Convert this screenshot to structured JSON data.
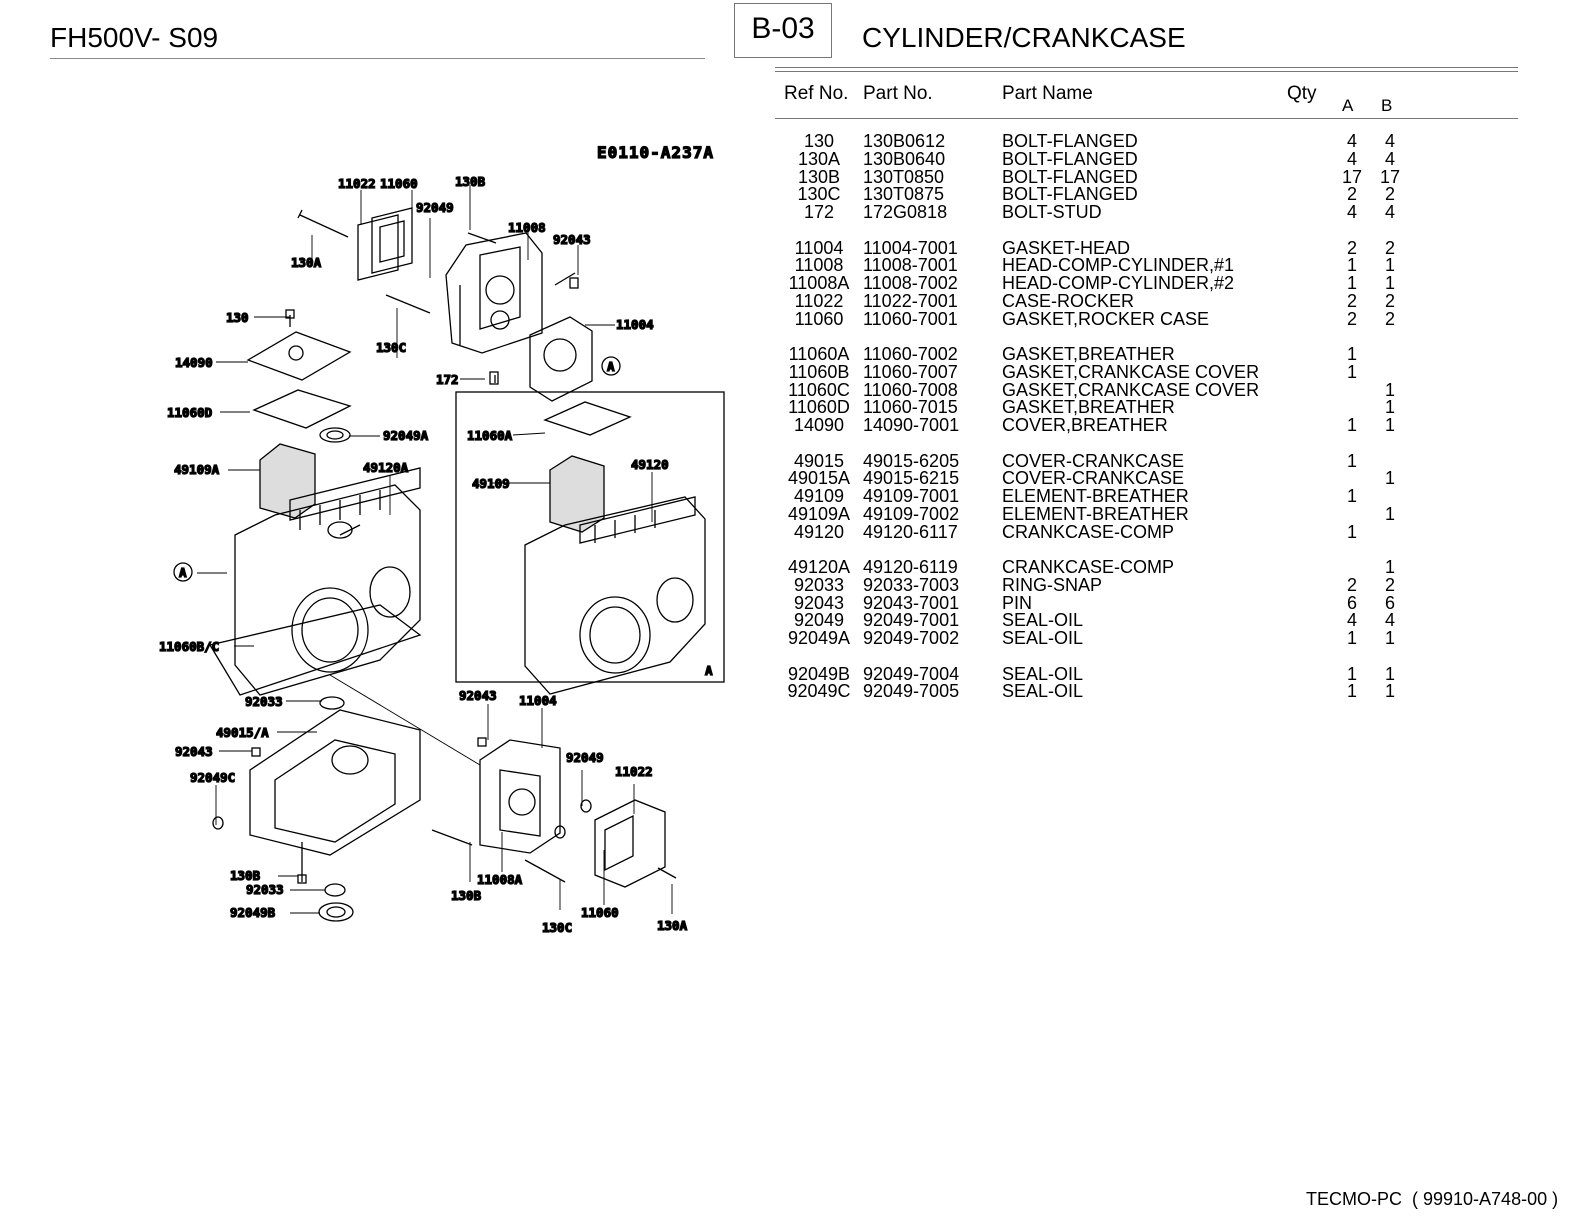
{
  "header": {
    "model": "FH500V- S09",
    "page_code": "B-03",
    "section_title": "CYLINDER/CRANKCASE"
  },
  "table": {
    "columns": {
      "ref": "Ref No.",
      "part": "Part No.",
      "name": "Part Name",
      "qty": "Qty",
      "a": "A",
      "b": "B"
    },
    "groups": [
      [
        {
          "ref": "130",
          "part": "130B0612",
          "name": "BOLT-FLANGED",
          "a": "4",
          "b": "4"
        },
        {
          "ref": "130A",
          "part": "130B0640",
          "name": "BOLT-FLANGED",
          "a": "4",
          "b": "4"
        },
        {
          "ref": "130B",
          "part": "130T0850",
          "name": "BOLT-FLANGED",
          "a": "17",
          "b": "17"
        },
        {
          "ref": "130C",
          "part": "130T0875",
          "name": "BOLT-FLANGED",
          "a": "2",
          "b": "2"
        },
        {
          "ref": "172",
          "part": "172G0818",
          "name": "BOLT-STUD",
          "a": "4",
          "b": "4"
        }
      ],
      [
        {
          "ref": "11004",
          "part": "11004-7001",
          "name": "GASKET-HEAD",
          "a": "2",
          "b": "2"
        },
        {
          "ref": "11008",
          "part": "11008-7001",
          "name": "HEAD-COMP-CYLINDER,#1",
          "a": "1",
          "b": "1"
        },
        {
          "ref": "11008A",
          "part": "11008-7002",
          "name": "HEAD-COMP-CYLINDER,#2",
          "a": "1",
          "b": "1"
        },
        {
          "ref": "11022",
          "part": "11022-7001",
          "name": "CASE-ROCKER",
          "a": "2",
          "b": "2"
        },
        {
          "ref": "11060",
          "part": "11060-7001",
          "name": "GASKET,ROCKER CASE",
          "a": "2",
          "b": "2"
        }
      ],
      [
        {
          "ref": "11060A",
          "part": "11060-7002",
          "name": "GASKET,BREATHER",
          "a": "1",
          "b": ""
        },
        {
          "ref": "11060B",
          "part": "11060-7007",
          "name": "GASKET,CRANKCASE COVER",
          "a": "1",
          "b": ""
        },
        {
          "ref": "11060C",
          "part": "11060-7008",
          "name": "GASKET,CRANKCASE COVER",
          "a": "",
          "b": "1"
        },
        {
          "ref": "11060D",
          "part": "11060-7015",
          "name": "GASKET,BREATHER",
          "a": "",
          "b": "1"
        },
        {
          "ref": "14090",
          "part": "14090-7001",
          "name": "COVER,BREATHER",
          "a": "1",
          "b": "1"
        }
      ],
      [
        {
          "ref": "49015",
          "part": "49015-6205",
          "name": "COVER-CRANKCASE",
          "a": "1",
          "b": ""
        },
        {
          "ref": "49015A",
          "part": "49015-6215",
          "name": "COVER-CRANKCASE",
          "a": "",
          "b": "1"
        },
        {
          "ref": "49109",
          "part": "49109-7001",
          "name": "ELEMENT-BREATHER",
          "a": "1",
          "b": ""
        },
        {
          "ref": "49109A",
          "part": "49109-7002",
          "name": "ELEMENT-BREATHER",
          "a": "",
          "b": "1"
        },
        {
          "ref": "49120",
          "part": "49120-6117",
          "name": "CRANKCASE-COMP",
          "a": "1",
          "b": ""
        }
      ],
      [
        {
          "ref": "49120A",
          "part": "49120-6119",
          "name": "CRANKCASE-COMP",
          "a": "",
          "b": "1"
        },
        {
          "ref": "92033",
          "part": "92033-7003",
          "name": "RING-SNAP",
          "a": "2",
          "b": "2"
        },
        {
          "ref": "92043",
          "part": "92043-7001",
          "name": "PIN",
          "a": "6",
          "b": "6"
        },
        {
          "ref": "92049",
          "part": "92049-7001",
          "name": "SEAL-OIL",
          "a": "4",
          "b": "4"
        },
        {
          "ref": "92049A",
          "part": "92049-7002",
          "name": "SEAL-OIL",
          "a": "1",
          "b": "1"
        }
      ],
      [
        {
          "ref": "92049B",
          "part": "92049-7004",
          "name": "SEAL-OIL",
          "a": "1",
          "b": "1"
        },
        {
          "ref": "92049C",
          "part": "92049-7005",
          "name": "SEAL-OIL",
          "a": "1",
          "b": "1"
        }
      ]
    ]
  },
  "diagram": {
    "code": "E0110-A237A",
    "labels": {
      "l11022_top": "11022",
      "l11060_top": "11060",
      "l130B_top": "130B",
      "l92049_top": "92049",
      "l11008": "11008",
      "l92043_top": "92043",
      "l130A_left": "130A",
      "l130": "130",
      "l130C_top": "130C",
      "l11004_top": "11004",
      "l14090": "14090",
      "l172": "172",
      "l11060D": "11060D",
      "l92049A": "92049A",
      "l11060A": "11060A",
      "l49109A": "49109A",
      "l49120A": "49120A",
      "l49120": "49120",
      "l49109": "49109",
      "l11060BC": "11060B/C",
      "l92043_mid": "92043",
      "l11004_mid": "11004",
      "l92033_top": "92033",
      "l49015A": "49015/A",
      "l92043_left": "92043",
      "l92049C": "92049C",
      "l92049_mid": "92049",
      "l11022_bot": "11022",
      "l130B_bot": "130B",
      "l92033_bot": "92033",
      "l92049B": "92049B",
      "l11008A": "11008A",
      "l130B_mid": "130B",
      "l11060_bot": "11060",
      "l130C_bot": "130C",
      "l130A_bot": "130A",
      "ref_a": "A",
      "inset_a": "A"
    }
  },
  "footer": {
    "text": "TECMO-PC  ( 99910-A748-00 )"
  }
}
